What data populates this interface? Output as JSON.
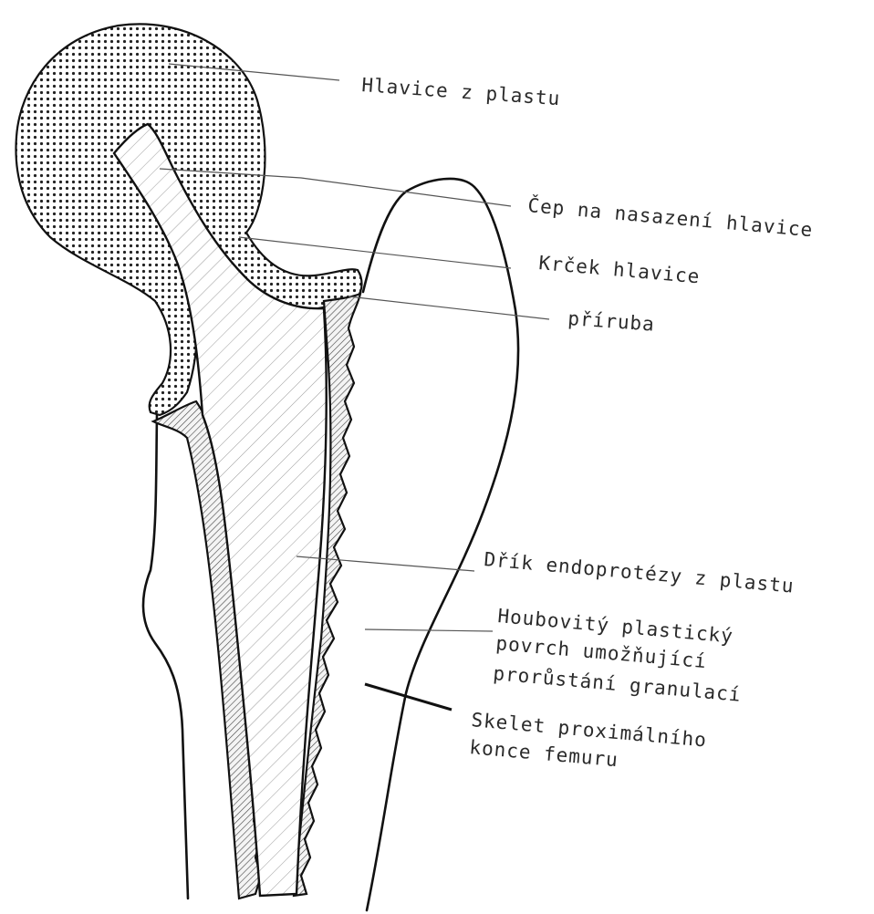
{
  "labels": {
    "head": "Hlavice z plastu",
    "pin": "Čep na nasazení hlavice",
    "neck": "Krček hlavice",
    "flange": "příruba",
    "stem": "Dřík endoprotézy z plastu",
    "surface_line1": "Houbovitý plastický",
    "surface_line2": "povrch umožňující",
    "surface_line3": "prorůstání granulací",
    "skeleton_line1": "Skelet proximálního",
    "skeleton_line2": "konce femuru"
  }
}
